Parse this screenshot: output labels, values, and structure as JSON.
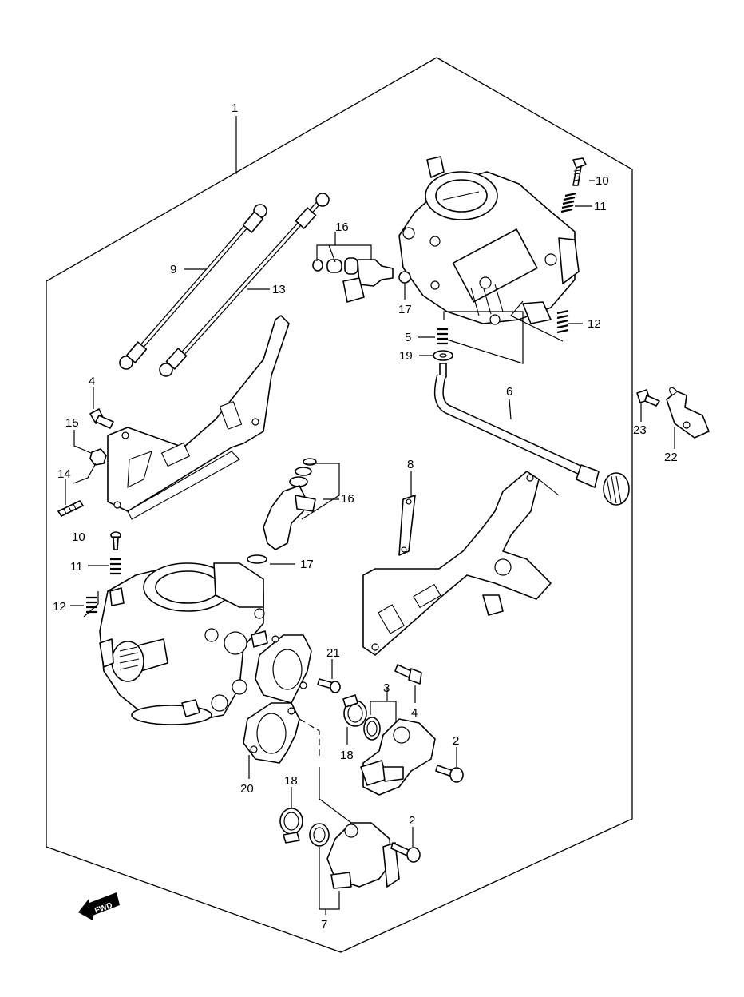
{
  "diagram": {
    "fwd_badge": "FWD",
    "callouts": [
      {
        "id": "c1",
        "text": "1"
      },
      {
        "id": "c10a",
        "text": "10"
      },
      {
        "id": "c11a",
        "text": "11"
      },
      {
        "id": "c16a",
        "text": "16"
      },
      {
        "id": "c9",
        "text": "9"
      },
      {
        "id": "c13",
        "text": "13"
      },
      {
        "id": "c17a",
        "text": "17"
      },
      {
        "id": "c12a",
        "text": "12"
      },
      {
        "id": "c5",
        "text": "5"
      },
      {
        "id": "c19",
        "text": "19"
      },
      {
        "id": "c6",
        "text": "6"
      },
      {
        "id": "c4a",
        "text": "4"
      },
      {
        "id": "c15",
        "text": "15"
      },
      {
        "id": "c14",
        "text": "14"
      },
      {
        "id": "c23",
        "text": "23"
      },
      {
        "id": "c22",
        "text": "22"
      },
      {
        "id": "c8",
        "text": "8"
      },
      {
        "id": "c16b",
        "text": "16"
      },
      {
        "id": "c10b",
        "text": "10"
      },
      {
        "id": "c17b",
        "text": "17"
      },
      {
        "id": "c11b",
        "text": "11"
      },
      {
        "id": "c12b",
        "text": "12"
      },
      {
        "id": "c21",
        "text": "21"
      },
      {
        "id": "c4b",
        "text": "4"
      },
      {
        "id": "c3",
        "text": "3"
      },
      {
        "id": "c2a",
        "text": "2"
      },
      {
        "id": "c18a",
        "text": "18"
      },
      {
        "id": "c20",
        "text": "20"
      },
      {
        "id": "c18b",
        "text": "18"
      },
      {
        "id": "c2b",
        "text": "2"
      },
      {
        "id": "c7",
        "text": "7"
      }
    ]
  }
}
